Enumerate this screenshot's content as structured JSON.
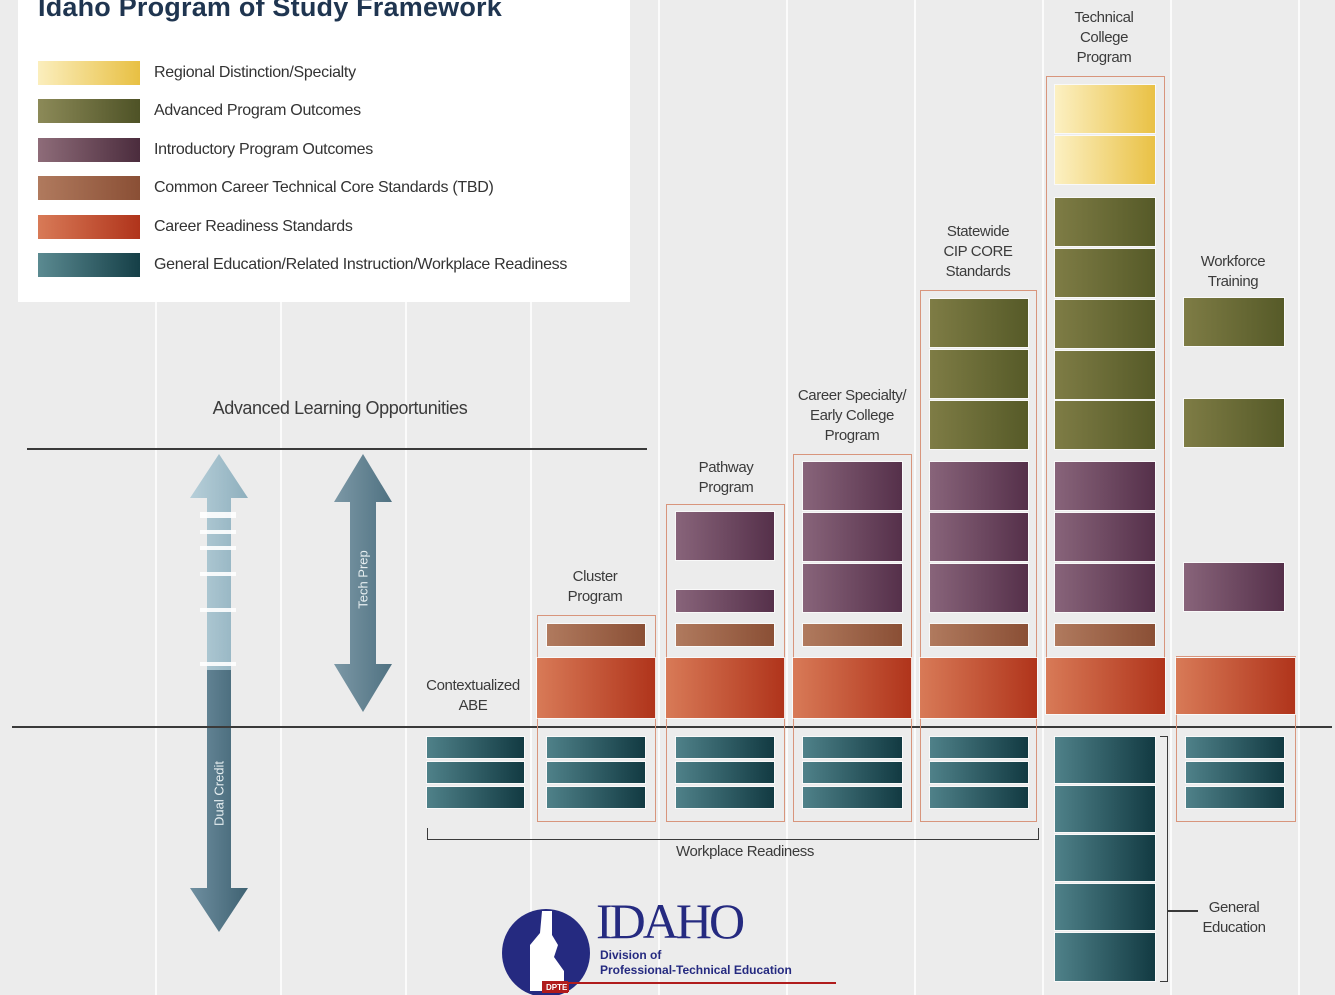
{
  "title": "Idaho Program of Study Framework",
  "legend": [
    {
      "label": "Regional Distinction/Specialty",
      "fill": "gold"
    },
    {
      "label": "Advanced Program Outcomes",
      "fill": "olive"
    },
    {
      "label": "Introductory Program Outcomes",
      "fill": "plum"
    },
    {
      "label": "Common Career Technical Core Standards (TBD)",
      "fill": "brown"
    },
    {
      "label": "Career Readiness Standards",
      "fill": "rust"
    },
    {
      "label": "General Education/Related Instruction/Workplace Readiness",
      "fill": "teal"
    }
  ],
  "colors": {
    "gold": "#e8c043",
    "olive": "#565a28",
    "plum": "#55304a",
    "brown": "#8a4f35",
    "rust": "#b0341b",
    "teal": "#153f47",
    "outline": "#d8957c",
    "title": "#1f3550",
    "logo_blue": "#252a80",
    "logo_red": "#b01c1c"
  },
  "labels": {
    "advanced_learning": "Advanced Learning Opportunities",
    "tech_prep": "Tech Prep",
    "dual_credit": "Dual Credit",
    "contextualized_abe": "Contextualized\nABE",
    "cluster_program": "Cluster\nProgram",
    "pathway_program": "Pathway\nProgram",
    "career_specialty": "Career Specialty/\nEarly College\nProgram",
    "statewide_cip": "Statewide\nCIP CORE\nStandards",
    "technical_college": "Technical\nCollege\nProgram",
    "workforce_training": "Workforce\nTraining",
    "workplace_readiness": "Workplace Readiness",
    "general_education": "General\nEducation"
  },
  "logo": {
    "wordmark": "IDAHO",
    "line1": "Division of",
    "line2": "Professional-Technical Education",
    "badge": "DPTE"
  },
  "icons": [
    "up-down-arrow-icon",
    "state-outline-icon"
  ]
}
